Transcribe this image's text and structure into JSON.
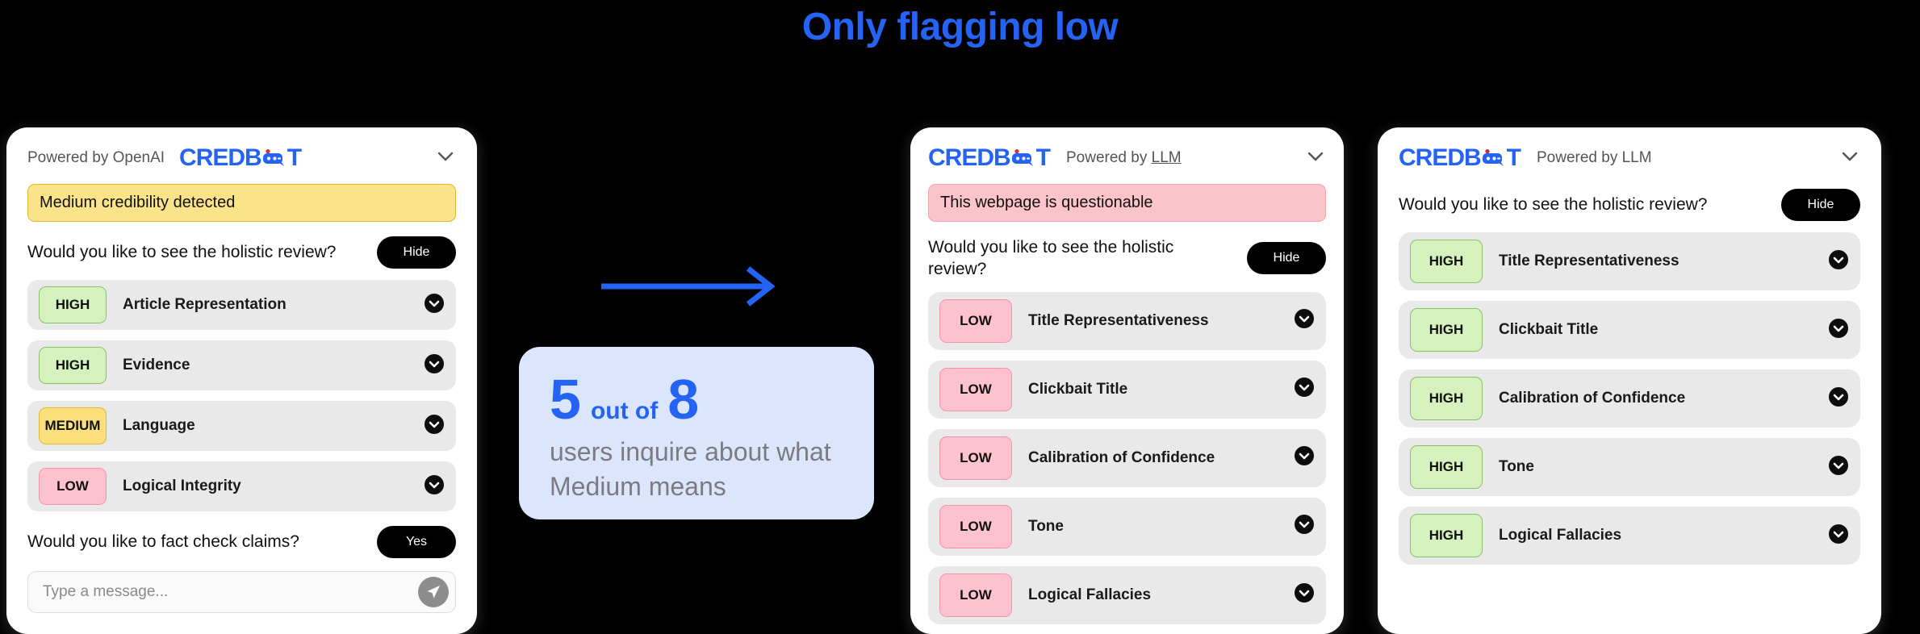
{
  "headline": "Only flagging low",
  "accent_color": "#2563f5",
  "arrow": {
    "icon": "arrow-right-icon",
    "color": "#2563f5"
  },
  "callout": {
    "numerator": "5",
    "connector": "out of",
    "denominator": "8",
    "subtitle": "users inquire about what Medium means",
    "background": "#dbe6fd"
  },
  "panels": [
    {
      "id": "panel-1",
      "logo_text_before": "CREDB",
      "logo_text_after": "T",
      "logo_icon": "credbot-robot-icon",
      "powered_label": "Powered by OpenAI",
      "powered_underlined": "",
      "logo_first": false,
      "collapse_icon": "chevron-down-icon",
      "banner": {
        "text": "Medium credibility detected",
        "style": "yellow"
      },
      "question": "Would you like to see the holistic review?",
      "question_button": "Hide",
      "rows": [
        {
          "badge": "HIGH",
          "level": "high",
          "label": "Article Representation",
          "chevron": "chevron-down-circle-icon"
        },
        {
          "badge": "HIGH",
          "level": "high",
          "label": "Evidence",
          "chevron": "chevron-down-circle-icon"
        },
        {
          "badge": "MEDIUM",
          "level": "medium",
          "label": "Language",
          "chevron": "chevron-down-circle-icon"
        },
        {
          "badge": "LOW",
          "level": "low",
          "label": "Logical Integrity",
          "chevron": "chevron-down-circle-icon"
        }
      ],
      "footer_question": "Would you like to fact check claims?",
      "footer_button": "Yes",
      "composer": {
        "placeholder": "Type a message...",
        "value": "",
        "send_icon": "send-paper-plane-icon"
      }
    },
    {
      "id": "panel-2",
      "logo_text_before": "CREDB",
      "logo_text_after": "T",
      "logo_icon": "credbot-robot-icon",
      "powered_label": "Powered by ",
      "powered_underlined": "LLM",
      "logo_first": true,
      "collapse_icon": "chevron-down-icon",
      "banner": {
        "text": "This webpage is questionable",
        "style": "pink"
      },
      "question": "Would you like to see the holistic review?",
      "question_button": "Hide",
      "rows": [
        {
          "badge": "LOW",
          "level": "low",
          "label": "Title Representativeness",
          "chevron": "chevron-down-circle-icon"
        },
        {
          "badge": "LOW",
          "level": "low",
          "label": "Clickbait Title",
          "chevron": "chevron-down-circle-icon"
        },
        {
          "badge": "LOW",
          "level": "low",
          "label": "Calibration of Confidence",
          "chevron": "chevron-down-circle-icon"
        },
        {
          "badge": "LOW",
          "level": "low",
          "label": "Tone",
          "chevron": "chevron-down-circle-icon"
        },
        {
          "badge": "LOW",
          "level": "low",
          "label": "Logical Fallacies",
          "chevron": "chevron-down-circle-icon"
        }
      ],
      "footer_question": "",
      "footer_button": "",
      "composer": null
    },
    {
      "id": "panel-3",
      "logo_text_before": "CREDB",
      "logo_text_after": "T",
      "logo_icon": "credbot-robot-icon",
      "powered_label": "Powered by LLM",
      "powered_underlined": "",
      "logo_first": true,
      "collapse_icon": "chevron-down-icon",
      "banner": null,
      "question": "Would you like to see the holistic review?",
      "question_button": "Hide",
      "rows": [
        {
          "badge": "HIGH",
          "level": "high",
          "label": "Title Representativeness",
          "chevron": "chevron-down-circle-icon"
        },
        {
          "badge": "HIGH",
          "level": "high",
          "label": "Clickbait Title",
          "chevron": "chevron-down-circle-icon"
        },
        {
          "badge": "HIGH",
          "level": "high",
          "label": "Calibration of Confidence",
          "chevron": "chevron-down-circle-icon"
        },
        {
          "badge": "HIGH",
          "level": "high",
          "label": "Tone",
          "chevron": "chevron-down-circle-icon"
        },
        {
          "badge": "HIGH",
          "level": "high",
          "label": "Logical Fallacies",
          "chevron": "chevron-down-circle-icon"
        }
      ],
      "footer_question": "",
      "footer_button": "",
      "composer": null
    }
  ]
}
